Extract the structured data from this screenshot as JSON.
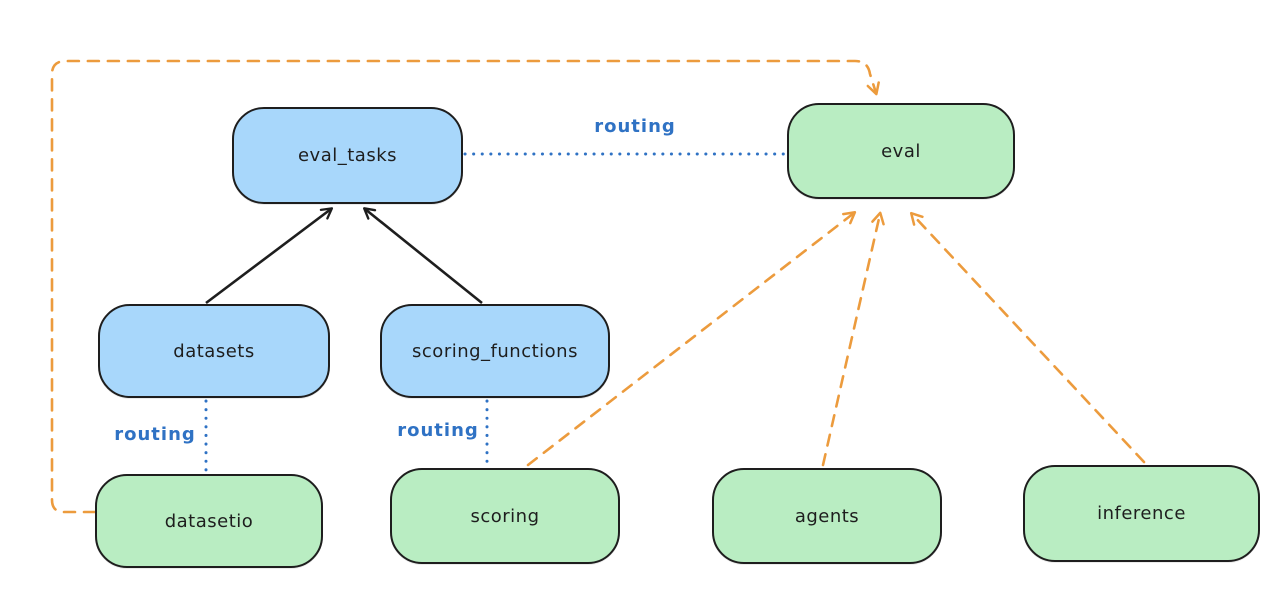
{
  "diagram": {
    "title": "",
    "nodes": {
      "eval_tasks": {
        "label": "eval_tasks",
        "kind": "resource",
        "color_key": "blue_fill"
      },
      "eval": {
        "label": "eval",
        "kind": "api",
        "color_key": "green_fill"
      },
      "datasets": {
        "label": "datasets",
        "kind": "resource",
        "color_key": "blue_fill"
      },
      "scoring_functions": {
        "label": "scoring_functions",
        "kind": "resource",
        "color_key": "blue_fill"
      },
      "datasetio": {
        "label": "datasetio",
        "kind": "api",
        "color_key": "green_fill"
      },
      "scoring": {
        "label": "scoring",
        "kind": "api",
        "color_key": "green_fill"
      },
      "agents": {
        "label": "agents",
        "kind": "api",
        "color_key": "green_fill"
      },
      "inference": {
        "label": "inference",
        "kind": "api",
        "color_key": "green_fill"
      }
    },
    "edge_labels": {
      "routing_eval_tasks_eval": "routing",
      "routing_datasets_datasetio": "routing",
      "routing_scoring_functions_scoring": "routing"
    },
    "edges": [
      {
        "from": "datasets",
        "to": "eval_tasks",
        "style": "solid",
        "color_key": "black"
      },
      {
        "from": "scoring_functions",
        "to": "eval_tasks",
        "style": "solid",
        "color_key": "black"
      },
      {
        "from": "eval_tasks",
        "to": "eval",
        "style": "dotted",
        "color_key": "routing_blue",
        "label": "routing"
      },
      {
        "from": "datasets",
        "to": "datasetio",
        "style": "dotted",
        "color_key": "routing_blue",
        "label": "routing"
      },
      {
        "from": "scoring_functions",
        "to": "scoring",
        "style": "dotted",
        "color_key": "routing_blue",
        "label": "routing"
      },
      {
        "from": "datasetio",
        "to": "eval",
        "style": "dashed",
        "color_key": "orange"
      },
      {
        "from": "scoring",
        "to": "eval",
        "style": "dashed",
        "color_key": "orange"
      },
      {
        "from": "agents",
        "to": "eval",
        "style": "dashed",
        "color_key": "orange"
      },
      {
        "from": "inference",
        "to": "eval",
        "style": "dashed",
        "color_key": "orange"
      }
    ],
    "colors": {
      "blue_fill": "#a8d7fb",
      "green_fill": "#b9edc2",
      "black": "#1e1e1e",
      "routing_blue": "#2f72c4",
      "orange": "#EC9B3D",
      "background": "#ffffff"
    }
  }
}
